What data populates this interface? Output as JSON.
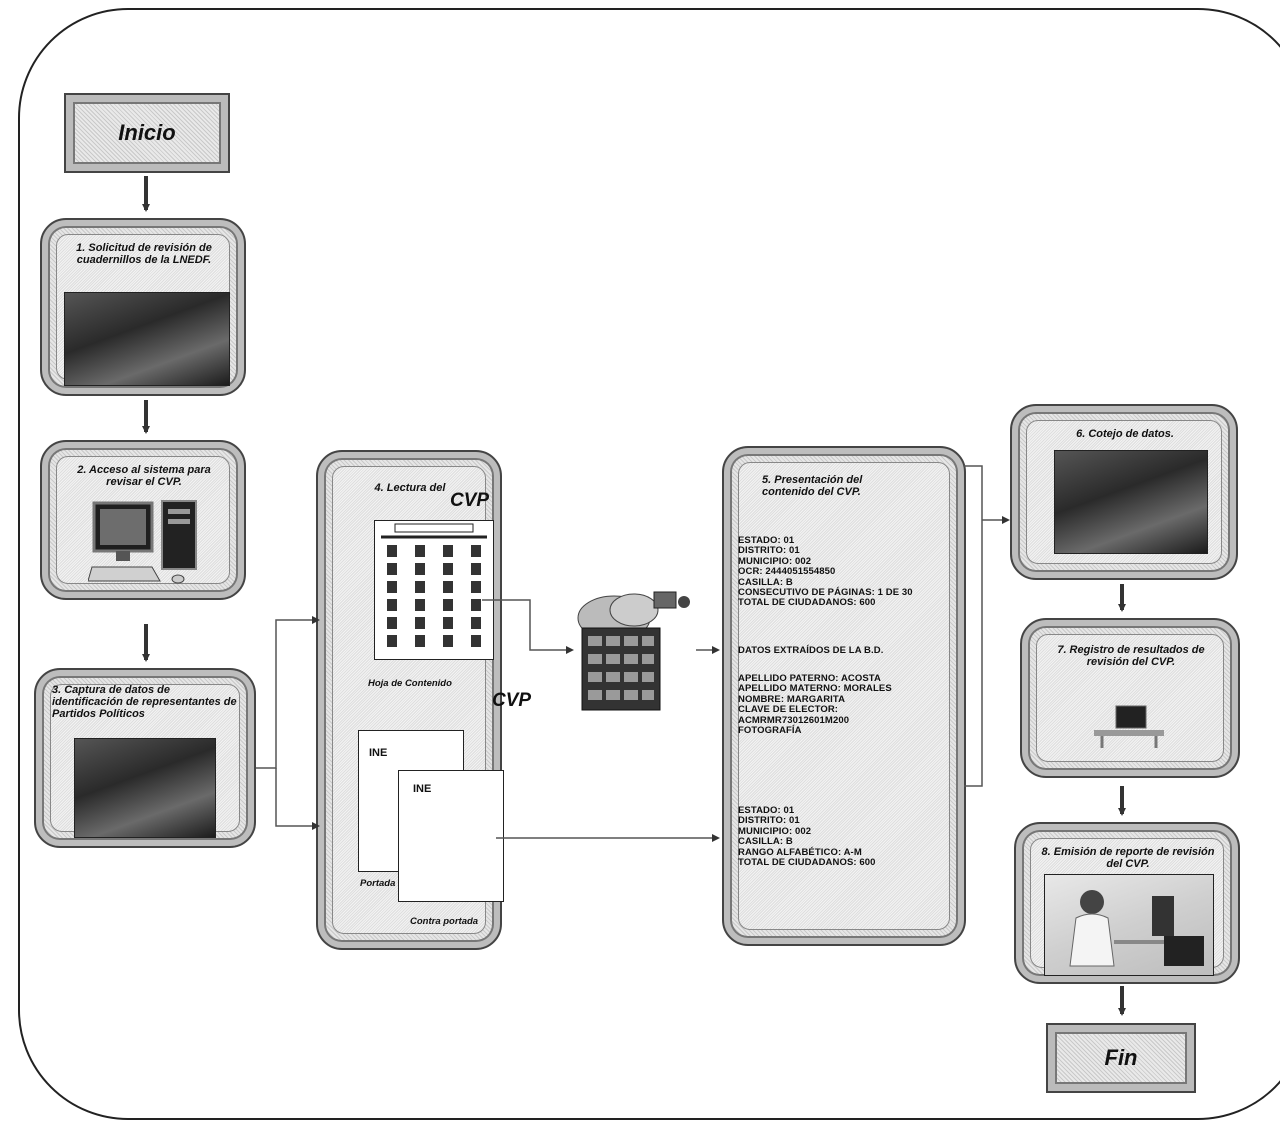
{
  "terminals": {
    "start": "Inicio",
    "end": "Fin"
  },
  "steps": {
    "s1": "1. Solicitud de revisión de cuadernillos de la LNEDF.",
    "s2": "2. Acceso al sistema para revisar el CVP.",
    "s3": "3. Captura de datos de identificación de representantes de Partidos Políticos",
    "s4": "4. Lectura del",
    "s5": "5. Presentación del contenido del CVP.",
    "s6": "6. Cotejo de datos.",
    "s7": "7. Registro de resultados de revisión del CVP.",
    "s8": "8. Emisión de reporte de revisión del CVP."
  },
  "lectura": {
    "cvp_label_1": "CVP",
    "cvp_label_2": "CVP",
    "hoja_caption": "Hoja de Contenido",
    "portada_caption": "Portada",
    "contraportada_caption": "Contra portada",
    "logo_text_1": "INE",
    "logo_text_2": "INE"
  },
  "presentacion": {
    "block1": [
      "ESTADO: 01",
      "DISTRITO: 01",
      "MUNICIPIO: 002",
      "OCR: 2444051554850",
      "CASILLA: B",
      "CONSECUTIVO DE PÁGINAS: 1 DE 30",
      "TOTAL DE CIUDADANOS: 600"
    ],
    "block2_header": "DATOS EXTRAÍDOS  DE LA B.D.",
    "block2": [
      "APELLIDO PATERNO: ACOSTA",
      "APELLIDO MATERNO: MORALES",
      "NOMBRE: MARGARITA",
      "CLAVE DE ELECTOR:",
      "ACMRMR73012601M200",
      "FOTOGRAFÍA"
    ],
    "block3": [
      "ESTADO: 01",
      "DISTRITO: 01",
      "MUNICIPIO: 002",
      "CASILLA: B",
      "RANGO ALFABÉTICO: A-M",
      "TOTAL DE CIUDADANOS: 600"
    ]
  },
  "icons": {
    "cloud_server": "server-cloud-icon"
  }
}
